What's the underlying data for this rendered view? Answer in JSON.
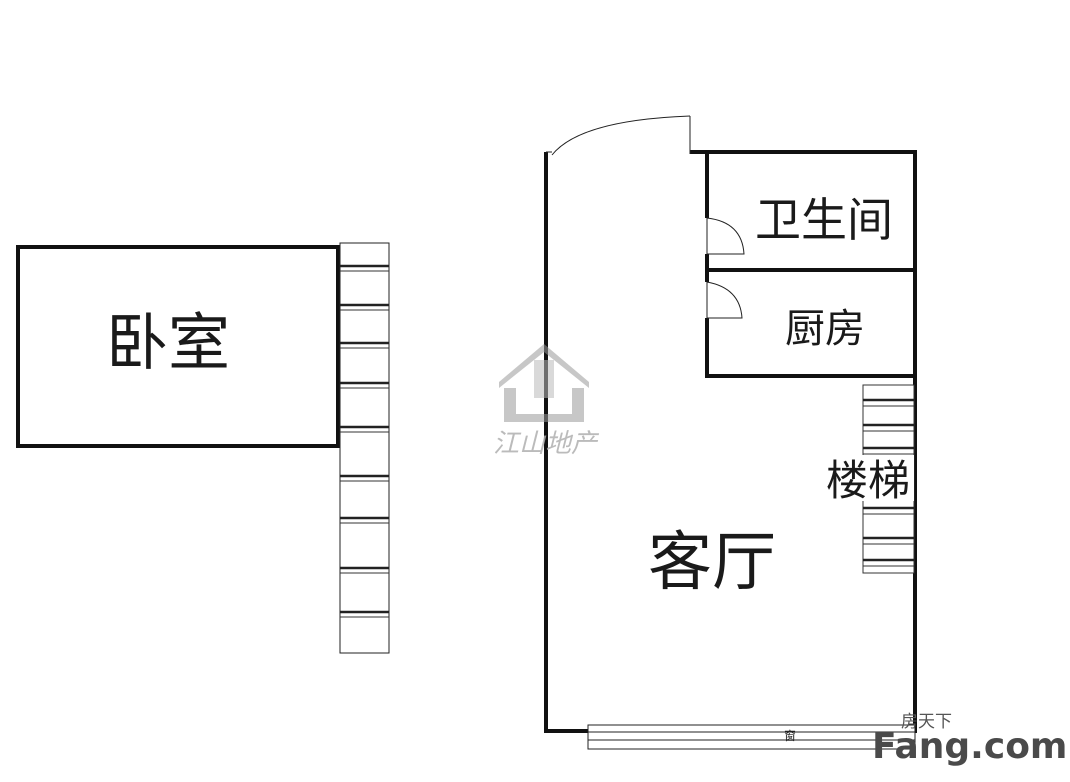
{
  "rooms": {
    "bedroom": "卧室",
    "bathroom": "卫生间",
    "kitchen": "厨房",
    "stairs": "楼梯",
    "living_room": "客厅"
  },
  "window_label": "窗",
  "watermark": {
    "company": "江山地产"
  },
  "brand": {
    "site": "Fang.com",
    "chinese": "房天下"
  }
}
